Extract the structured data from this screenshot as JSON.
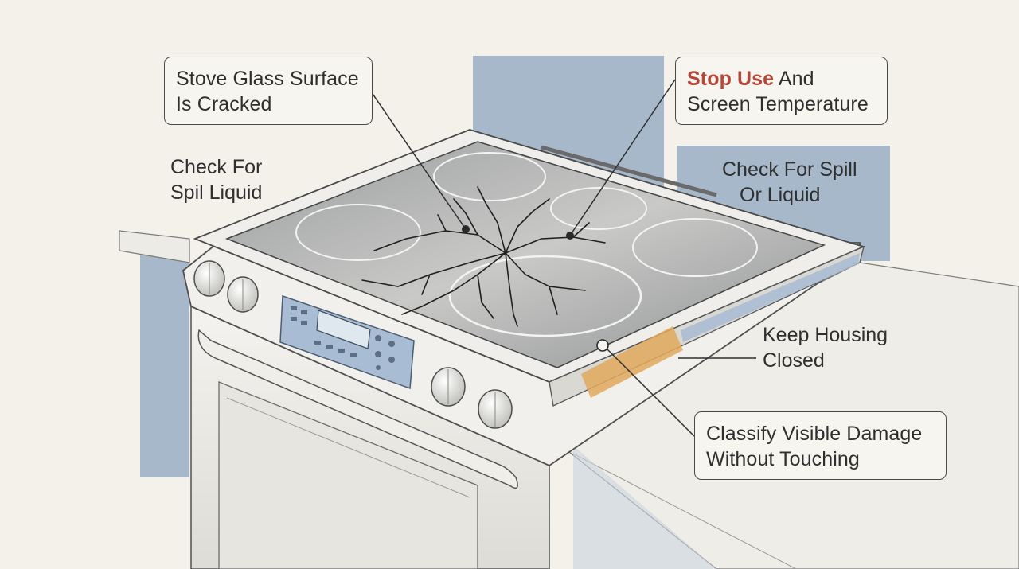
{
  "colors": {
    "background": "#f3f1ea",
    "ink": "#2f2f2f",
    "wall_blue": "#9fb2c7",
    "glass": "#8b8d8f",
    "warning_accent": "#b5463a",
    "tape_orange": "#e0a95c",
    "panel_blue": "#a8bcd3"
  },
  "callouts": {
    "glass_cracked": {
      "line1": "Stove Glass Surface",
      "line2": "Is Cracked"
    },
    "stop_use": {
      "emphasis": "Stop Use",
      "line1_rest": " And",
      "line2": "Screen Temperature"
    },
    "classify": {
      "line1": "Classify Visible Damage",
      "line2": "Without Touching"
    }
  },
  "labels": {
    "spill_left": {
      "line1": "Check For",
      "line2": "Spil Liquid"
    },
    "spill_right": {
      "line1": "Check For Spill",
      "line2": "Or Liquid"
    },
    "housing": {
      "line1": "Keep Housing",
      "line2": "Closed"
    }
  },
  "icons": [
    "control-knob-icon",
    "display-panel-icon",
    "crack-icon",
    "pointer-dot-icon"
  ]
}
